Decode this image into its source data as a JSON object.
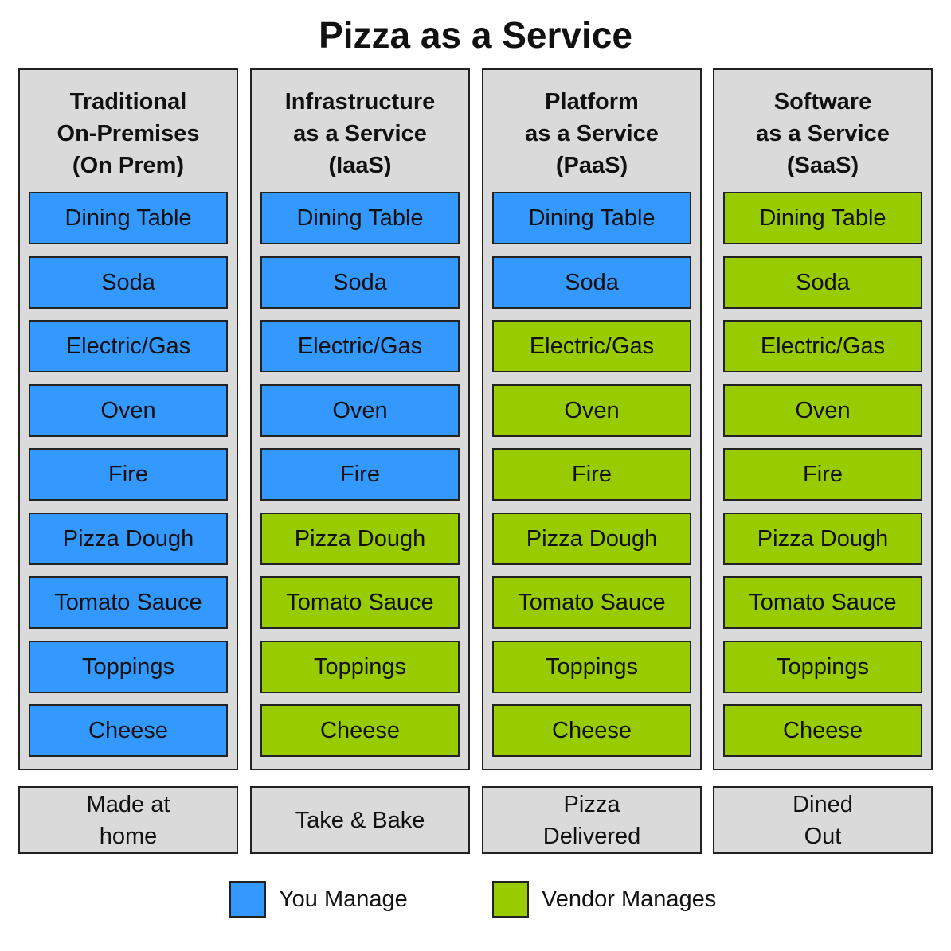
{
  "title": "Pizza as a Service",
  "colors": {
    "you_manage": "#3399ff",
    "vendor_manages": "#99cc00",
    "panel": "#dadada",
    "border": "#222222"
  },
  "layers": [
    "Dining Table",
    "Soda",
    "Electric/Gas",
    "Oven",
    "Fire",
    "Pizza Dough",
    "Tomato Sauce",
    "Toppings",
    "Cheese"
  ],
  "columns": [
    {
      "heading": [
        "Traditional",
        "On-Premises",
        "(On Prem)"
      ],
      "managed_by": [
        "you",
        "you",
        "you",
        "you",
        "you",
        "you",
        "you",
        "you",
        "you"
      ],
      "footer": [
        "Made at",
        "home"
      ]
    },
    {
      "heading": [
        "Infrastructure",
        "as a Service",
        "(IaaS)"
      ],
      "managed_by": [
        "you",
        "you",
        "you",
        "you",
        "you",
        "vendor",
        "vendor",
        "vendor",
        "vendor"
      ],
      "footer": [
        "Take & Bake"
      ]
    },
    {
      "heading": [
        "Platform",
        "as a Service",
        "(PaaS)"
      ],
      "managed_by": [
        "you",
        "you",
        "vendor",
        "vendor",
        "vendor",
        "vendor",
        "vendor",
        "vendor",
        "vendor"
      ],
      "footer": [
        "Pizza",
        "Delivered"
      ]
    },
    {
      "heading": [
        "Software",
        "as a Service",
        "(SaaS)"
      ],
      "managed_by": [
        "vendor",
        "vendor",
        "vendor",
        "vendor",
        "vendor",
        "vendor",
        "vendor",
        "vendor",
        "vendor"
      ],
      "footer": [
        "Dined",
        "Out"
      ]
    }
  ],
  "legend": {
    "you_manage": "You Manage",
    "vendor_manages": "Vendor Manages"
  }
}
